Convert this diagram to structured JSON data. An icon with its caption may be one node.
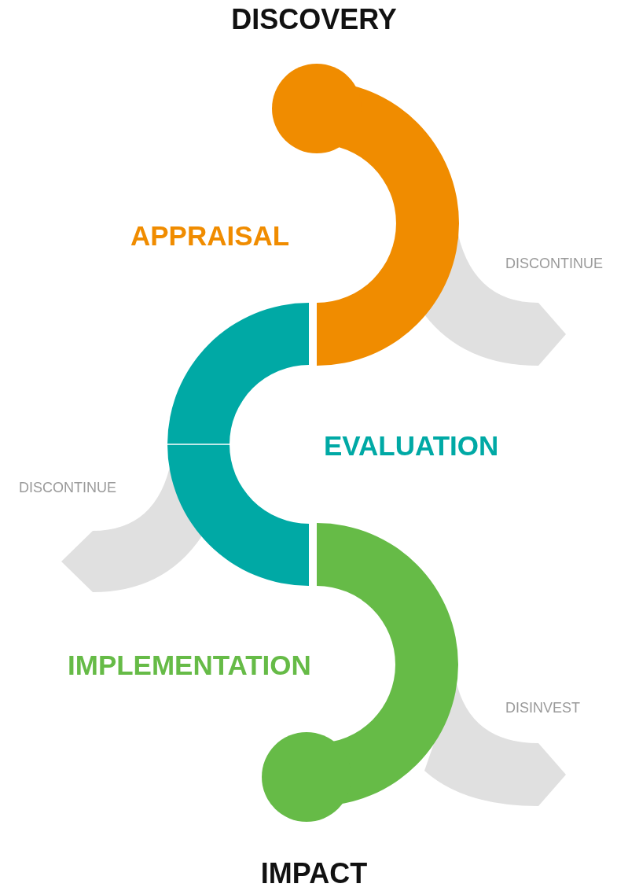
{
  "diagram": {
    "labels": [
      "DISCOVERY",
      "APPRAISAL",
      "DISCONTINUE",
      "EVALUATION",
      "DISCONTINUE",
      "IMPLEMENTATION",
      "DISINVEST",
      "IMPACT"
    ]
  }
}
